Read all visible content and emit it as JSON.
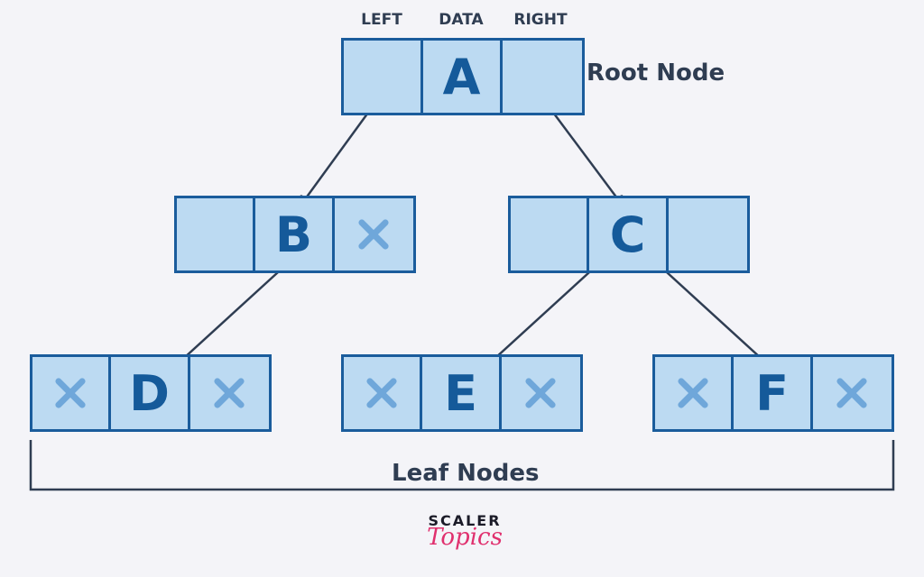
{
  "headers": {
    "left": "LEFT",
    "data": "DATA",
    "right": "RIGHT"
  },
  "labels": {
    "root": "Root Node",
    "leaf": "Leaf Nodes"
  },
  "nodes": {
    "A": {
      "data": "A",
      "left": "link",
      "right": "link"
    },
    "B": {
      "data": "B",
      "left": "link",
      "right": "null"
    },
    "C": {
      "data": "C",
      "left": "link",
      "right": "link"
    },
    "D": {
      "data": "D",
      "left": "null",
      "right": "null"
    },
    "E": {
      "data": "E",
      "left": "null",
      "right": "null"
    },
    "F": {
      "data": "F",
      "left": "null",
      "right": "null"
    }
  },
  "edges": [
    {
      "from": "A",
      "to": "B"
    },
    {
      "from": "A",
      "to": "C"
    },
    {
      "from": "B",
      "to": "D"
    },
    {
      "from": "C",
      "to": "E"
    },
    {
      "from": "C",
      "to": "F"
    }
  ],
  "brand": {
    "top": "SCALER",
    "bottom": "Topics"
  },
  "colors": {
    "node_fill": "#bcdaf2",
    "node_border": "#1a5c9c",
    "null_x": "#6fa7da",
    "text": "#2f3d52",
    "brand_accent": "#e0306e"
  }
}
